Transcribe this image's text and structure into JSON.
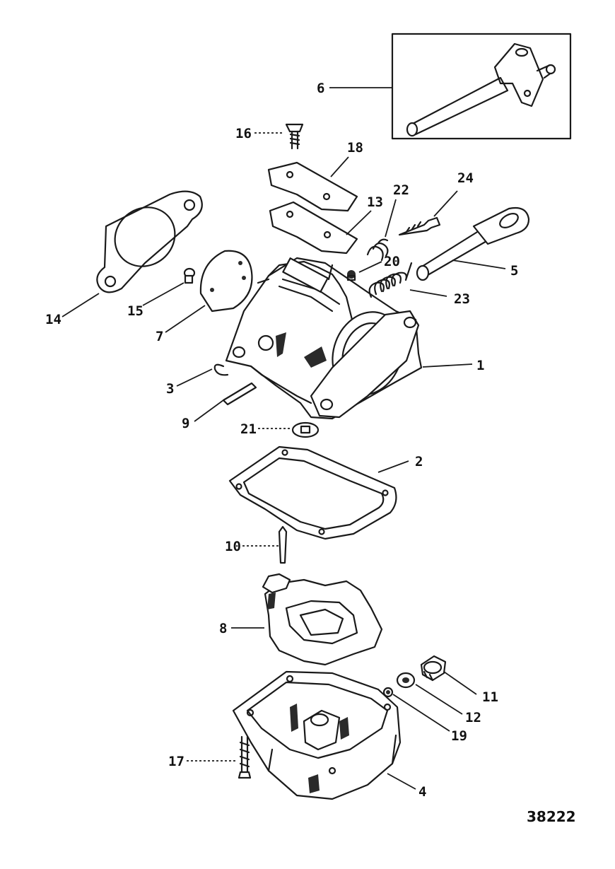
{
  "callouts": [
    {
      "id": "6",
      "label": "6"
    },
    {
      "id": "16",
      "label": "16"
    },
    {
      "id": "18",
      "label": "18"
    },
    {
      "id": "24",
      "label": "24"
    },
    {
      "id": "22",
      "label": "22"
    },
    {
      "id": "13",
      "label": "13"
    },
    {
      "id": "20",
      "label": "20"
    },
    {
      "id": "5",
      "label": "5"
    },
    {
      "id": "23",
      "label": "23"
    },
    {
      "id": "14",
      "label": "14"
    },
    {
      "id": "15",
      "label": "15"
    },
    {
      "id": "7",
      "label": "7"
    },
    {
      "id": "1",
      "label": "1"
    },
    {
      "id": "3",
      "label": "3"
    },
    {
      "id": "9",
      "label": "9"
    },
    {
      "id": "21",
      "label": "21"
    },
    {
      "id": "2",
      "label": "2"
    },
    {
      "id": "10",
      "label": "10"
    },
    {
      "id": "8",
      "label": "8"
    },
    {
      "id": "11",
      "label": "11"
    },
    {
      "id": "12",
      "label": "12"
    },
    {
      "id": "19",
      "label": "19"
    },
    {
      "id": "17",
      "label": "17"
    },
    {
      "id": "4",
      "label": "4"
    }
  ],
  "figure_number": "38222",
  "colors": {
    "line": "#1a1a1a",
    "background": "#ffffff"
  }
}
